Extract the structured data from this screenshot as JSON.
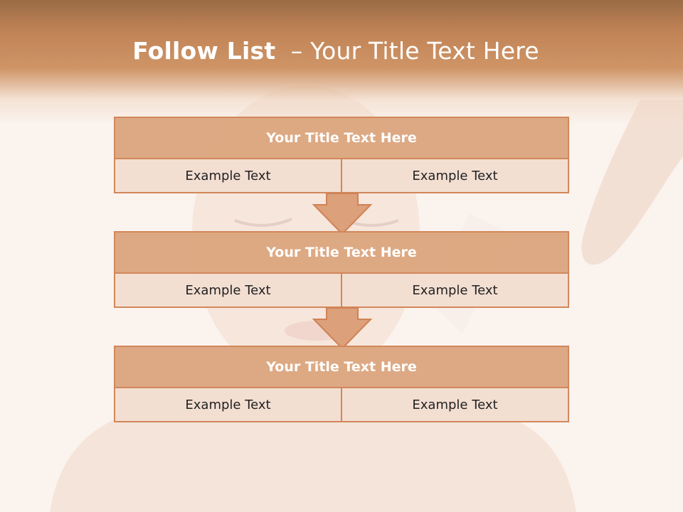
{
  "slide": {
    "title_bold": "Follow List",
    "title_rest": "  – Your Title Text Here"
  },
  "blocks": [
    {
      "header": "Your Title Text Here",
      "left": "Example Text",
      "right": "Example Text"
    },
    {
      "header": "Your Title Text Here",
      "left": "Example Text",
      "right": "Example Text"
    },
    {
      "header": "Your Title Text Here",
      "left": "Example Text",
      "right": "Example Text"
    }
  ],
  "colors": {
    "accent": "#d2875a",
    "header_fill": "#daa078",
    "cell_fill": "#f3ded1",
    "band_top": "#9a6b45"
  },
  "icons": {
    "connector": "down-arrow-icon"
  }
}
